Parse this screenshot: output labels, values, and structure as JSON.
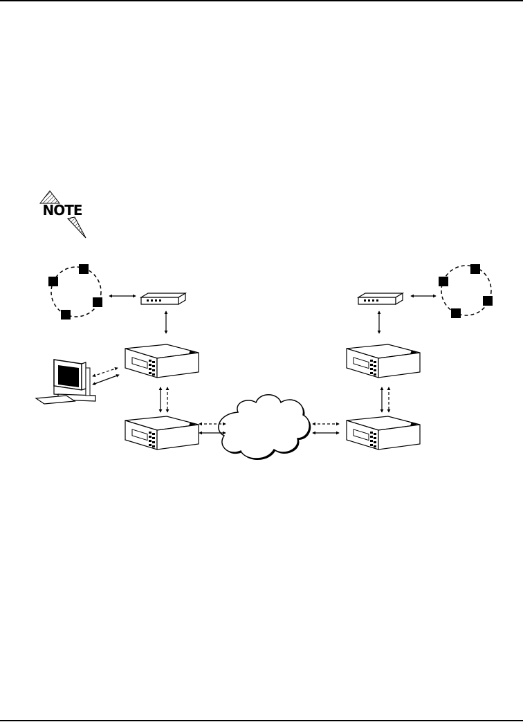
{
  "page": {
    "note_label": "NOTE"
  },
  "colors": {
    "ink": "#000000",
    "paper": "#ffffff"
  },
  "icons": {
    "note": "note-icon",
    "token_ring": "token-ring-icon",
    "small_router": "router-icon",
    "multiplexer": "multiplexer-icon",
    "workstation": "workstation-icon",
    "cloud": "network-cloud-icon"
  },
  "diagram": {
    "nodes": [
      "left-ring",
      "left-router",
      "left-mux-top",
      "left-mux-bottom",
      "workstation",
      "cloud",
      "right-mux-bottom",
      "right-mux-top",
      "right-router",
      "right-ring"
    ],
    "links": [
      {
        "from": "left-ring",
        "to": "left-router",
        "style": "solid"
      },
      {
        "from": "left-router",
        "to": "left-mux-top",
        "style": "solid"
      },
      {
        "from": "workstation",
        "to": "left-mux-top",
        "style": "solid+dashed"
      },
      {
        "from": "left-mux-top",
        "to": "left-mux-bottom",
        "style": "solid+dashed"
      },
      {
        "from": "left-mux-bottom",
        "to": "cloud",
        "style": "solid+dashed"
      },
      {
        "from": "cloud",
        "to": "right-mux-bottom",
        "style": "solid+dashed"
      },
      {
        "from": "right-mux-bottom",
        "to": "right-mux-top",
        "style": "solid+dashed"
      },
      {
        "from": "right-mux-top",
        "to": "right-router",
        "style": "solid"
      },
      {
        "from": "right-router",
        "to": "right-ring",
        "style": "solid"
      }
    ]
  }
}
